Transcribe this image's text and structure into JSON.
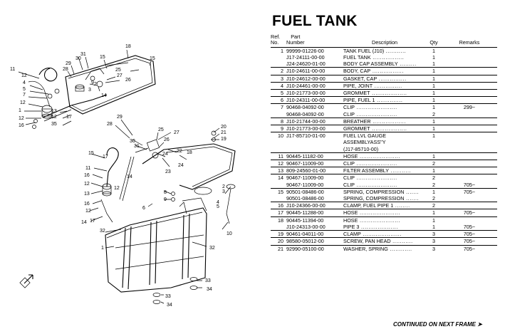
{
  "title": "FUEL TANK",
  "table": {
    "headers": {
      "ref": "Ref.\nNo.",
      "part": "Part\nNumber",
      "desc": "Description",
      "qty": "Qty",
      "remarks": "Remarks"
    },
    "rows": [
      {
        "ref": "1",
        "part": "99999-01226-00",
        "desc": "TANK FUEL (J10)",
        "qty": "1",
        "remarks": ""
      },
      {
        "ref": "",
        "part": "J17-24111-00-00",
        "desc": "FUEL TANK",
        "qty": "1",
        "remarks": ""
      },
      {
        "ref": "",
        "part": "J24-24620-01-00",
        "desc": "BODY CAP ASSEMBLY",
        "qty": "1",
        "remarks": ""
      },
      {
        "ref": "2",
        "part": "J10-24611-00-00",
        "desc": "BODY, CAP",
        "qty": "1",
        "remarks": ""
      },
      {
        "ref": "3",
        "part": "J10-24612-00-00",
        "desc": "GASKET, CAP",
        "qty": "1",
        "remarks": ""
      },
      {
        "ref": "4",
        "part": "J10-24461-00-00",
        "desc": "PIPE, JOINT",
        "qty": "1",
        "remarks": ""
      },
      {
        "ref": "5",
        "part": "J10-21773-00-00",
        "desc": "GROMMET",
        "qty": "1",
        "remarks": ""
      },
      {
        "ref": "6",
        "part": "J10-24311-00-00",
        "desc": "PIPE, FUEL 1",
        "qty": "1",
        "remarks": ""
      },
      {
        "ref": "7",
        "part": "90468-04092-00",
        "desc": "CLIP",
        "qty": "1",
        "remarks": "299~"
      },
      {
        "ref": "",
        "part": "90468-04092-00",
        "desc": "CLIP",
        "qty": "2",
        "remarks": ""
      },
      {
        "ref": "8",
        "part": "J10-21744-00-00",
        "desc": "BREATHER",
        "qty": "1",
        "remarks": ""
      },
      {
        "ref": "9",
        "part": "J10-21773-00-00",
        "desc": "GROMMET",
        "qty": "1",
        "remarks": ""
      },
      {
        "ref": "10",
        "part": "J17-85710-01-00",
        "desc": "FUEL LVL GAUGE\nASSEMBLYASS''Y\n(J17-85710-00)",
        "qty": "1",
        "remarks": ""
      },
      {
        "ref": "11",
        "part": "90445-11182-00",
        "desc": "HOSE",
        "qty": "1",
        "remarks": ""
      },
      {
        "ref": "12",
        "part": "90467-11009-00",
        "desc": "CLIP",
        "qty": "2",
        "remarks": ""
      },
      {
        "ref": "13",
        "part": "809-24560-01-00",
        "desc": "FILTER ASSEMBLY",
        "qty": "1",
        "remarks": ""
      },
      {
        "ref": "14",
        "part": "90467-11009-00",
        "desc": "CLIP",
        "qty": "2",
        "remarks": ""
      },
      {
        "ref": "",
        "part": "90467-11009-00",
        "desc": "CLIP",
        "qty": "2",
        "remarks": "705~"
      },
      {
        "ref": "15",
        "part": "90501-08486-00",
        "desc": "SPRING, COMPRESSION",
        "qty": "1",
        "remarks": "705~"
      },
      {
        "ref": "",
        "part": "90501-08486-00",
        "desc": "SPRING, COMPRESSION",
        "qty": "2",
        "remarks": ""
      },
      {
        "ref": "16",
        "part": "J10-24366-00-00",
        "desc": "CLAMP, FUEL PIPE 1",
        "qty": "2",
        "remarks": ""
      },
      {
        "ref": "17",
        "part": "90445-11288-00",
        "desc": "HOSE",
        "qty": "1",
        "remarks": "705~"
      },
      {
        "ref": "18",
        "part": "90445-11394-00",
        "desc": "HOSE",
        "qty": "1",
        "remarks": ""
      },
      {
        "ref": "",
        "part": "J10-24313-00-00",
        "desc": "PIPE 3",
        "qty": "1",
        "remarks": "705~"
      },
      {
        "ref": "19",
        "part": "90461-04011-00",
        "desc": "CLAMP",
        "qty": "3",
        "remarks": "705~"
      },
      {
        "ref": "20",
        "part": "98580-05012-00",
        "desc": "SCREW, PAN HEAD",
        "qty": "3",
        "remarks": "705~"
      },
      {
        "ref": "21",
        "part": "92990-05100-00",
        "desc": "WASHER, SPRING",
        "qty": "3",
        "remarks": "705~"
      }
    ]
  },
  "footer": "CONTINUED ON NEXT FRAME",
  "diagram": {
    "callouts_upper": [
      "31",
      "30",
      "29",
      "28",
      "11",
      "12",
      "4",
      "5",
      "7",
      "13",
      "12",
      "35",
      "1",
      "16",
      "17",
      "15",
      "18",
      "15",
      "27",
      "25",
      "26",
      "14",
      "9",
      "3",
      "2"
    ],
    "callouts_lower": [
      "29",
      "28",
      "30",
      "31",
      "25",
      "24",
      "23",
      "22",
      "18",
      "17",
      "15",
      "11",
      "16",
      "12",
      "13",
      "13",
      "14",
      "17",
      "32",
      "1",
      "12",
      "6",
      "8",
      "20",
      "21",
      "19",
      "10",
      "32",
      "33",
      "34",
      "33",
      "34",
      "16",
      "2",
      "3",
      "4",
      "5"
    ]
  }
}
